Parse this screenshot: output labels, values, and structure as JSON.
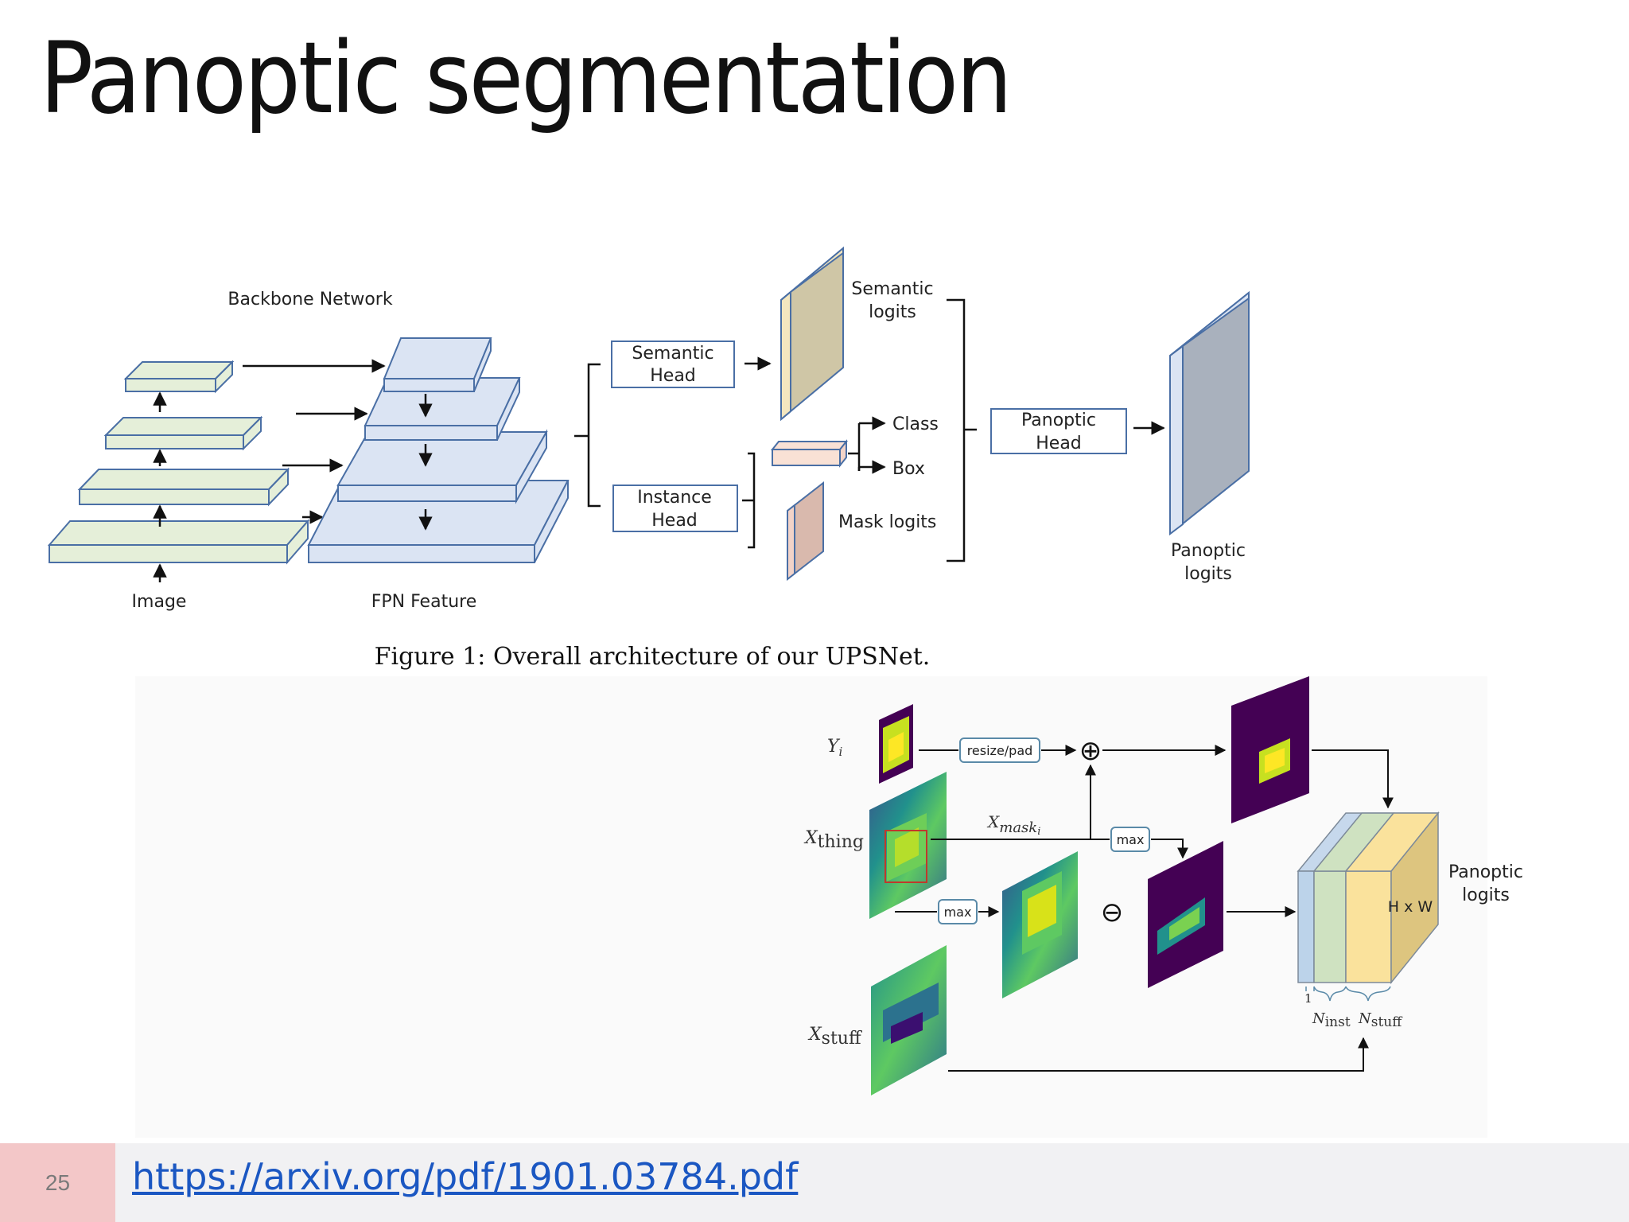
{
  "slide": {
    "title": "Panoptic segmentation",
    "page_number": "25",
    "link": "https://arxiv.org/pdf/1901.03784.pdf"
  },
  "figure1": {
    "backbone_label": "Backbone Network",
    "image_label": "Image",
    "fpn_label": "FPN Feature",
    "semantic_head": [
      "Semantic",
      "Head"
    ],
    "instance_head": [
      "Instance",
      "Head"
    ],
    "semantic_logits": [
      "Semantic",
      "logits"
    ],
    "class_label": "Class",
    "box_label": "Box",
    "mask_logits": "Mask logits",
    "panoptic_head": [
      "Panoptic",
      "Head"
    ],
    "panoptic_logits": [
      "Panoptic",
      "logits"
    ],
    "caption": "Figure 1: Overall architecture of our UPSNet."
  },
  "figure2": {
    "y_label": "Y",
    "y_sub": "i",
    "x_thing_label": "X",
    "x_thing_sub": "thing",
    "x_stuff_label": "X",
    "x_stuff_sub": "stuff",
    "x_mask_label": "X",
    "x_mask_sub": "mask",
    "x_mask_subsub": "i",
    "resize_pad": "resize/pad",
    "max_top": "max",
    "max_bottom": "max",
    "oplus": "⊕",
    "ominus": "⊖",
    "hw": "H x W",
    "panoptic_logits": [
      "Panoptic",
      "logits"
    ],
    "dim_one": "1",
    "n_inst": "N",
    "n_inst_sub": "inst",
    "n_stuff": "N",
    "n_stuff_sub": "stuff"
  },
  "colors": {
    "backbone_fill": "#e5efd9",
    "fpn_fill": "#dbe4f3",
    "semantic_logits_fill": "#f3e6bf",
    "class_box_fill": "#f9e1d5",
    "mask_fill": "#f2d3c8",
    "panoptic_fill": "#dbe4f3",
    "box_stroke": "#4a6fa5",
    "viridis_dark": "#440154",
    "viridis_yellow": "#fde725",
    "link": "#1b57c2"
  }
}
